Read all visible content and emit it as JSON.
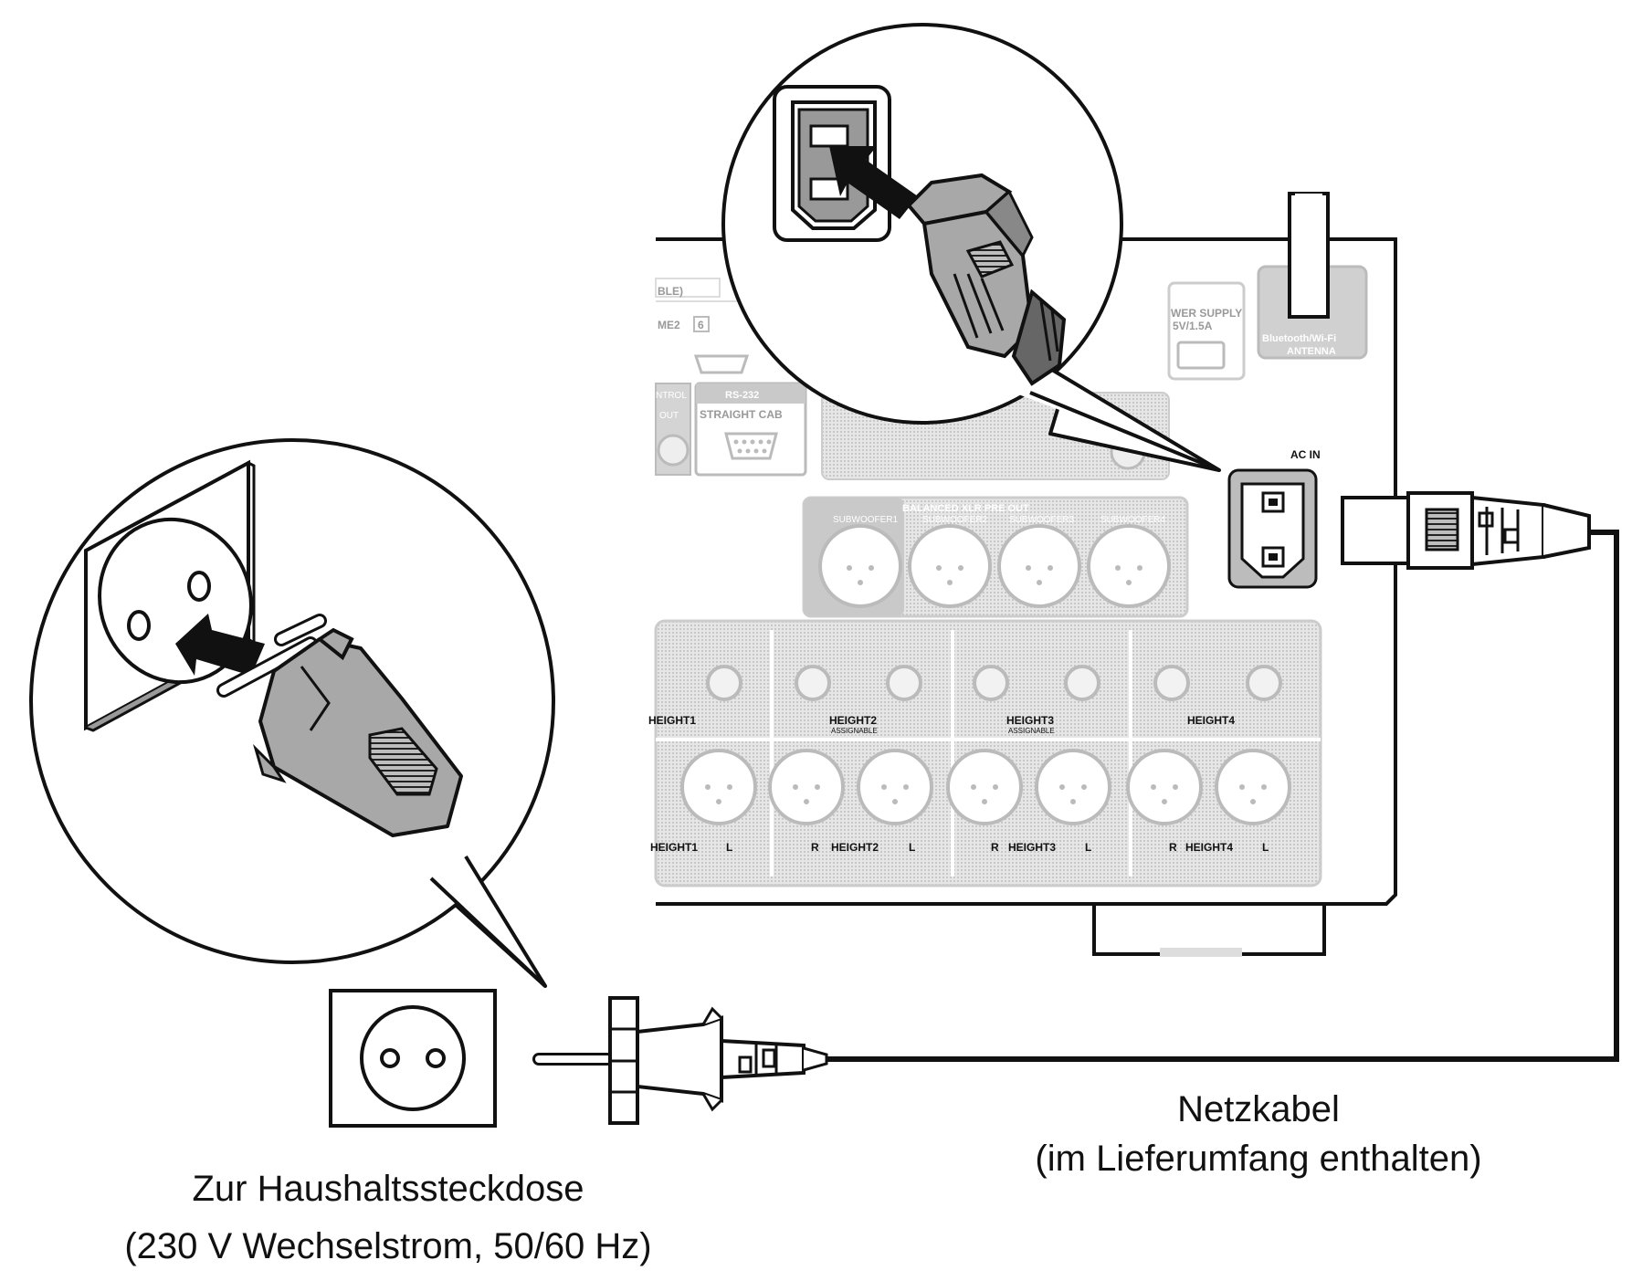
{
  "captions": {
    "outlet_line1": "Zur Haushaltssteckdose",
    "outlet_line2": "(230 V Wechselstrom, 50/60 Hz)",
    "cable_line1": "Netzkabel",
    "cable_line2": "(im Lieferumfang enthalten)"
  },
  "panel_labels": {
    "ac_in": "AC IN",
    "balanced_xlr": "BALANCED XLR PRE OUT",
    "subwoofers": [
      "SUBWOOFER1",
      "SUBWOOFER2",
      "SUBWOOFER3",
      "SUBWOOFER4"
    ],
    "heights": [
      "HEIGHT1",
      "HEIGHT2",
      "HEIGHT3",
      "HEIGHT4"
    ],
    "assignable": "ASSIGNABLE",
    "rs232": "RS-232",
    "straight_cable": "STRAIGHT CAB",
    "control": "NTROL",
    "out": "OUT",
    "power_supply_1": "WER SUPPLY",
    "power_supply_2": "5V/1.5A",
    "antenna_1": "Bluetooth/Wi-Fi",
    "antenna_2": "ANTENNA",
    "zone2": "ME2",
    "zone_num": "6",
    "ble": "BLE)",
    "r": "R",
    "l": "L"
  }
}
